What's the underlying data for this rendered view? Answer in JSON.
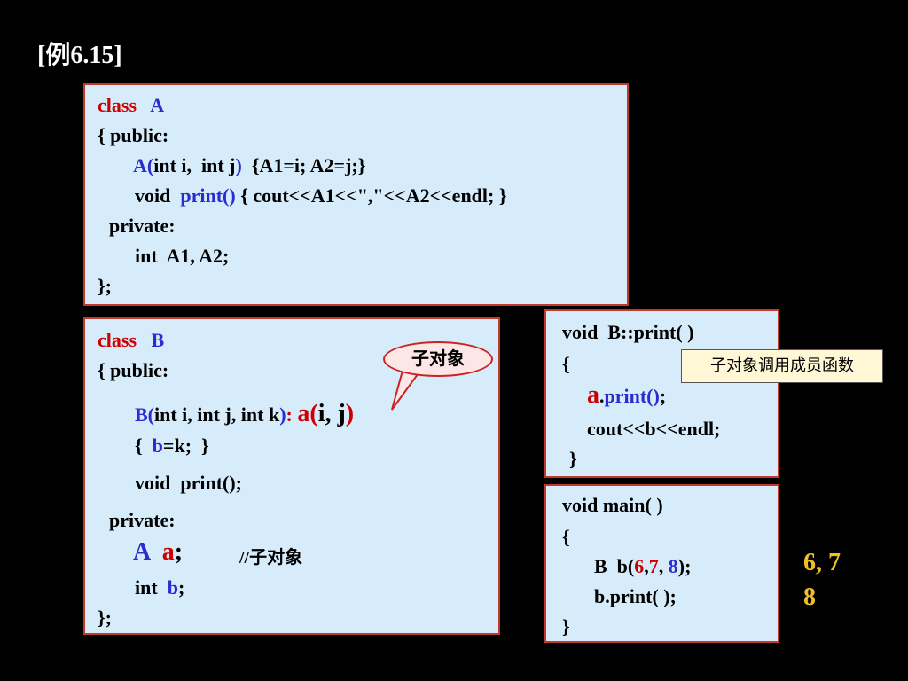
{
  "title": "[例6.15]",
  "classA": {
    "l1a": "class",
    "l1b": "A",
    "l2": "{ public:",
    "l3a": "A(",
    "l3b": "int i,  int j",
    "l3c": ")",
    "l3d": "  {A1=i; A2=j;}",
    "l4a": "void  ",
    "l4b": "print()",
    "l4c": " { cout<<A1<<\",\"<<A2<<endl; }",
    "l5": "private:",
    "l6": "int  A1, A2;",
    "l7": "};"
  },
  "classB": {
    "l1a": "class",
    "l1b": "B",
    "l2": "{ public:",
    "l3a": "B(",
    "l3b": "int i, int j, int k",
    "l3c": ")",
    "l3d": ": ",
    "l3e": "a(",
    "l3f": "i, j",
    "l3g": ")",
    "l4a": "{  ",
    "l4b": "b",
    "l4c": "=k;  }",
    "l5": "void  print();",
    "l6": "private:",
    "l7a": "A  ",
    "l7b": "a",
    "l7c": ";",
    "l7d": "//子对象",
    "l8a": "int  ",
    "l8b": "b",
    "l8c": ";",
    "l9": "};"
  },
  "callout_subobject": "子对象",
  "printFn": {
    "l1": "void  B::print( )",
    "l2": "{",
    "l3a": "a",
    "l3b": ".",
    "l3c": "print()",
    "l3d": ";",
    "l4": "cout<<b<<endl;",
    "l5": "}"
  },
  "note_call_member": "子对象调用成员函数",
  "mainFn": {
    "l1": "void main( )",
    "l2": "{",
    "l3a": "B  b(",
    "l3b": "6",
    "l3c": ",",
    "l3d": "7",
    "l3e": ", ",
    "l3f": "8",
    "l3g": ");",
    "l4": "b.print( );",
    "l5": "}"
  },
  "output": {
    "line1": "6, 7",
    "line2": "8"
  },
  "colors": {
    "keyword_red": "#cc0000",
    "ident_blue": "#2b2bd0",
    "box_bg": "#d6ecfa",
    "output_yellow": "#f0c020"
  }
}
